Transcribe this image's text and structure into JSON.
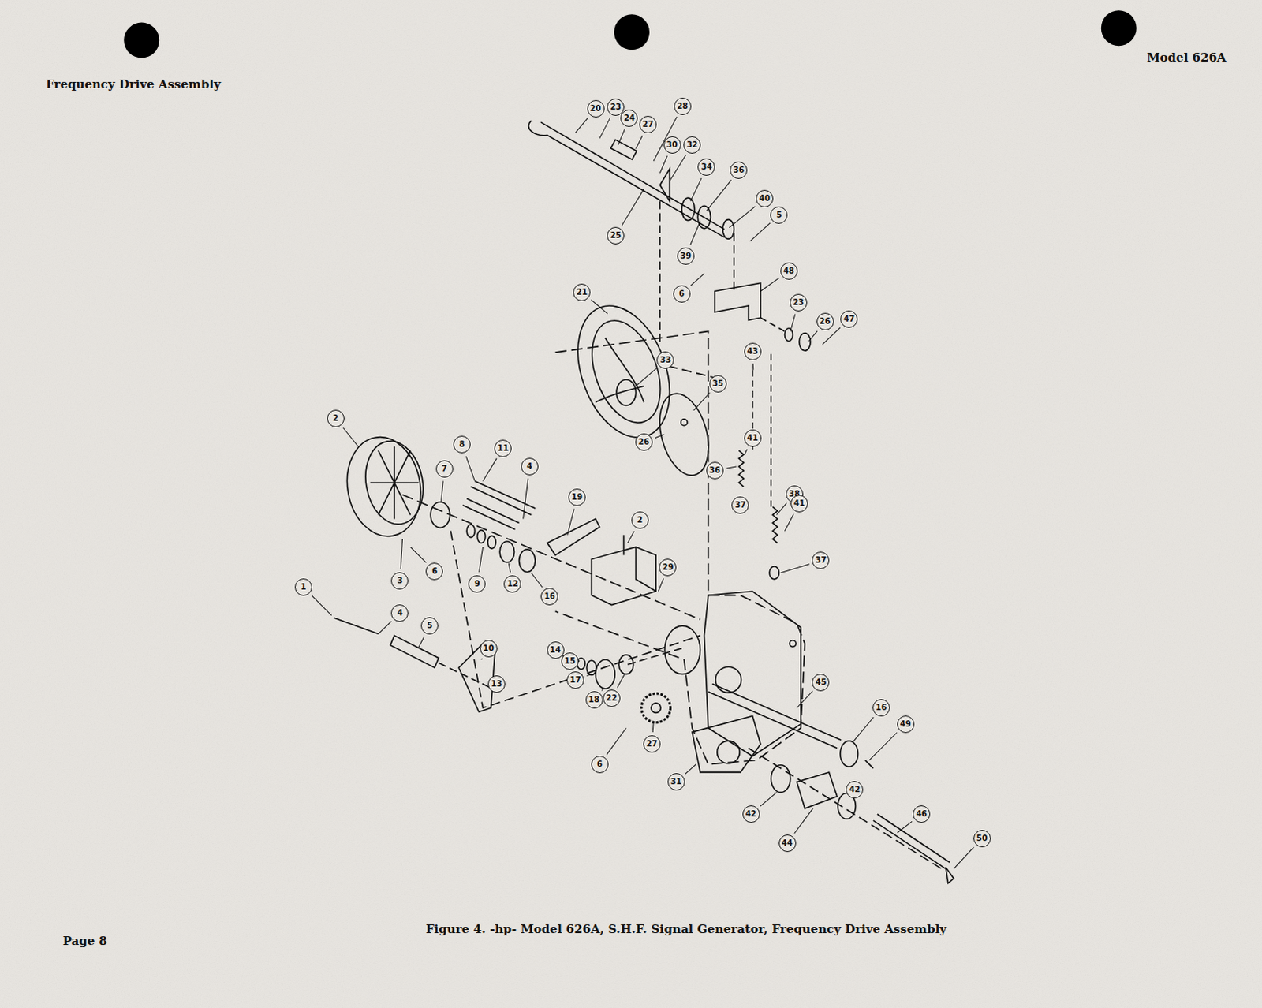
{
  "diagram": {
    "title": "Frequency Drive Assembly",
    "caption": "Figure 4.  -hp- Model 626A, S.H.F. Signal Generator, Frequency Drive Assembly",
    "labels": [
      "Model 626A",
      "Page 8",
      "20",
      "23",
      "24",
      "27",
      "28",
      "30",
      "32",
      "34",
      "36",
      "40",
      "5",
      "25",
      "39",
      "6",
      "48",
      "23",
      "26",
      "47",
      "21",
      "33",
      "35",
      "43",
      "26",
      "41",
      "36",
      "37",
      "38",
      "41",
      "37",
      "2",
      "8",
      "11",
      "7",
      "4",
      "19",
      "2",
      "3",
      "6",
      "9",
      "12",
      "16",
      "29",
      "1",
      "4",
      "5",
      "10",
      "13",
      "14",
      "15",
      "17",
      "18",
      "22",
      "45",
      "16",
      "49",
      "27",
      "6",
      "31",
      "42",
      "44",
      "42",
      "46",
      "50"
    ]
  }
}
